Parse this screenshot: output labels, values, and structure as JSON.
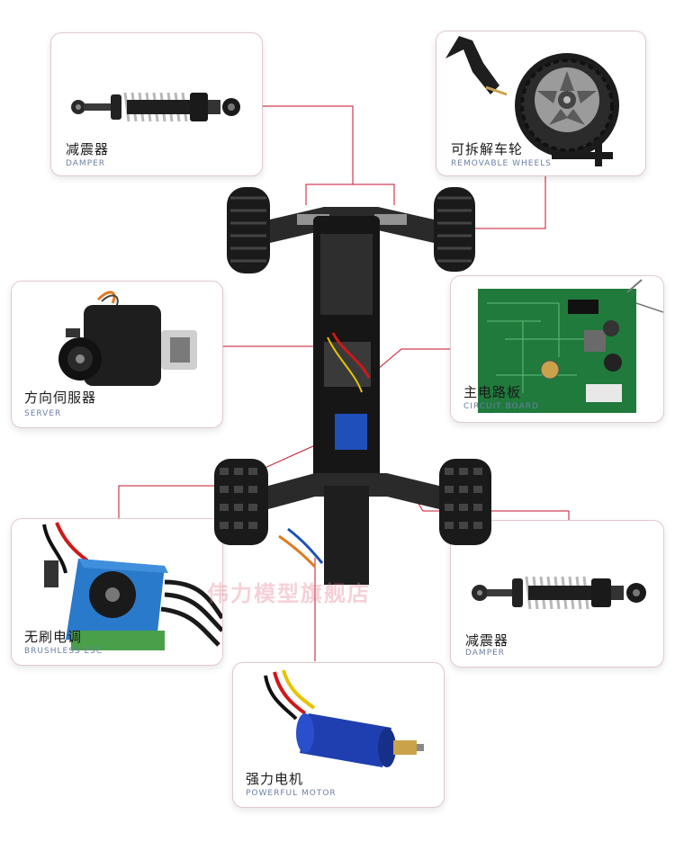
{
  "parts": [
    {
      "key": "damper_top",
      "cn": "减震器",
      "en": "DAMPER"
    },
    {
      "key": "wheels",
      "cn": "可拆解车轮",
      "en": "REMOVABLE WHEELS"
    },
    {
      "key": "server",
      "cn": "方向伺服器",
      "en": "SERVER"
    },
    {
      "key": "board",
      "cn": "主电路板",
      "en": "CIRCUIT BOARD"
    },
    {
      "key": "esc",
      "cn": "无刷电调",
      "en": "BRUSHLESS ESC"
    },
    {
      "key": "damper_bottom",
      "cn": "减震器",
      "en": "DAMPER"
    },
    {
      "key": "motor",
      "cn": "强力电机",
      "en": "POWERFUL MOTOR"
    }
  ],
  "watermark": "伟力模型旗舰店",
  "colors": {
    "callout_line": "#c8102e",
    "card_border": "#e2c9cc",
    "en_text": "#6b7fa6"
  },
  "icons": [
    "damper-icon",
    "wheel-icon",
    "servo-icon",
    "circuit-board-icon",
    "esc-icon",
    "motor-icon",
    "chassis-icon"
  ]
}
